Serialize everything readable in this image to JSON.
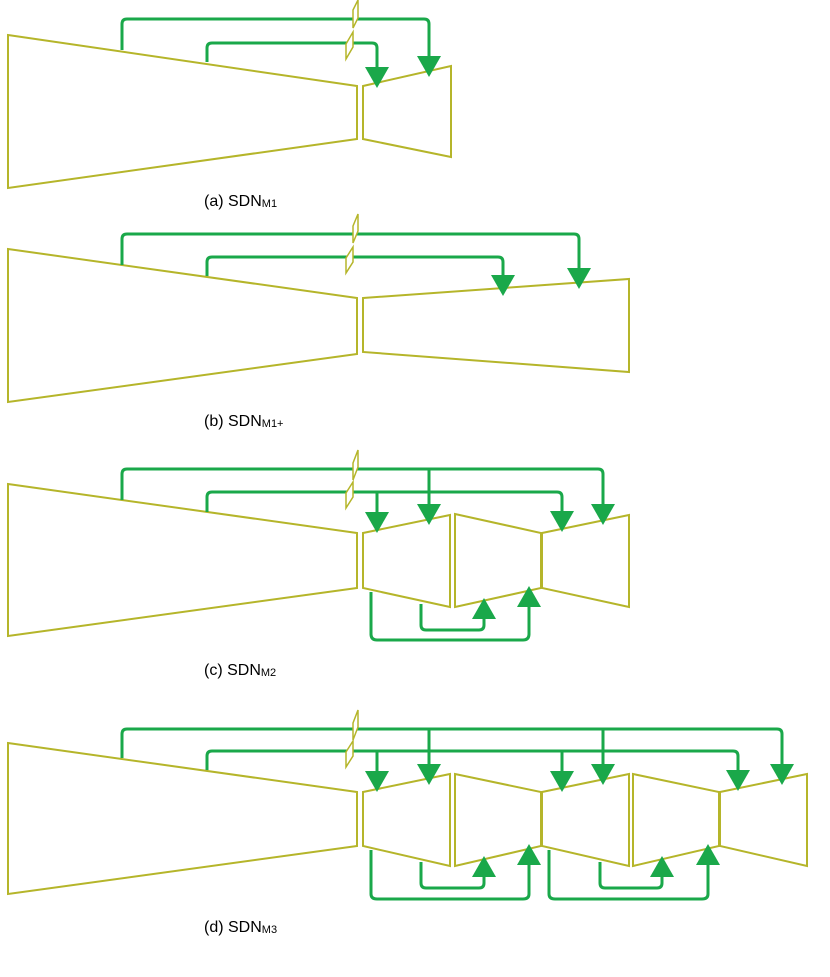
{
  "colors": {
    "block_stroke": "#b5b52a",
    "connection": "#1aa84a"
  },
  "figures": [
    {
      "id": "a",
      "prefix": "(a) SDN",
      "subscript": "M1"
    },
    {
      "id": "b",
      "prefix": "(b) SDN",
      "subscript": "M1+"
    },
    {
      "id": "c",
      "prefix": "(c) SDN",
      "subscript": "M2"
    },
    {
      "id": "d",
      "prefix": "(d) SDN",
      "subscript": "M3"
    }
  ]
}
